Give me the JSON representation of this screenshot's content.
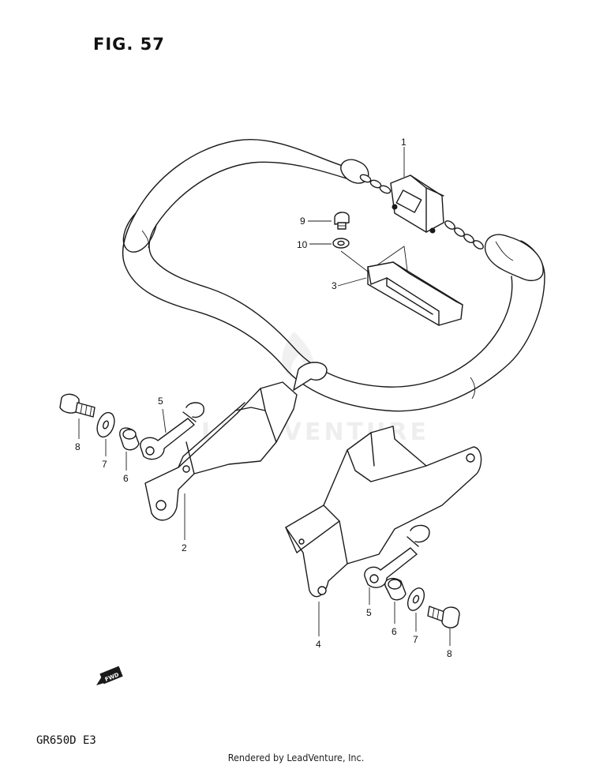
{
  "figure": {
    "title": "FIG. 57",
    "model_code": "GR650D E3",
    "footer": "Rendered by LeadVenture, Inc.",
    "watermark": "LEADVENTURE"
  },
  "parts": {
    "p1": "1",
    "p2": "2",
    "p3": "3",
    "p4": "4",
    "p5_left": "5",
    "p5_right": "5",
    "p6_left": "6",
    "p6_right": "6",
    "p7_left": "7",
    "p7_right": "7",
    "p8_left": "8",
    "p8_right": "8",
    "p9": "9",
    "p10": "10"
  },
  "direction_badge": "FWD",
  "icons": {
    "fwd": "fwd-arrow-icon",
    "watermark_logo": "flame-logo-icon"
  }
}
